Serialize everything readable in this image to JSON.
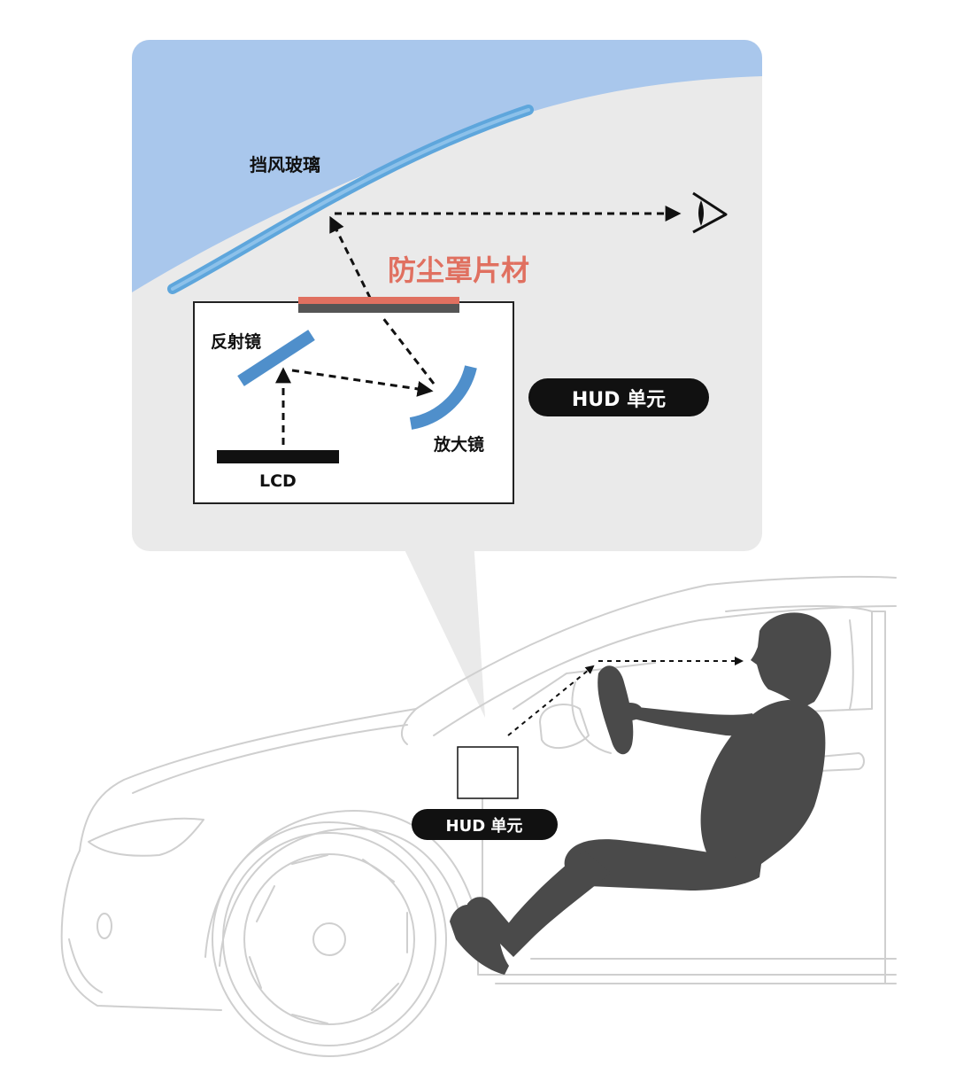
{
  "labels": {
    "windshield": "挡风玻璃",
    "dust_cover": "防尘罩片材",
    "reflector": "反射镜",
    "magnifier": "放大镜",
    "lcd": "LCD",
    "hud_unit_callout": "HUD 单元",
    "hud_unit_car": "HUD 单元"
  },
  "colors": {
    "sky": "#a9c7ec",
    "panel": "#eaeaea",
    "windshield": "#5ea6dc",
    "mirror": "#4f8fcb",
    "dust_cover_red": "#e07060",
    "dust_cover_dark": "#555555",
    "driver": "#4a4a4a",
    "pill": "#111111"
  },
  "icons": {
    "eye": "eye-icon",
    "driver": "driver-silhouette"
  }
}
